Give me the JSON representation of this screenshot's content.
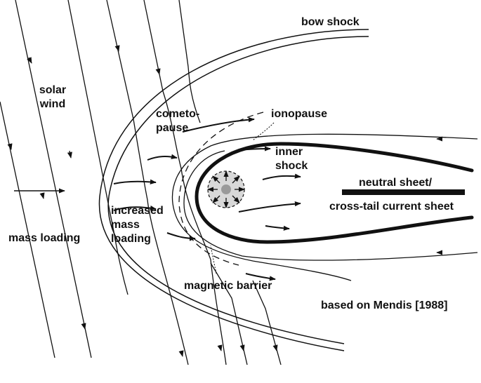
{
  "labels": {
    "bow_shock": "bow shock",
    "solar_wind_1": "solar",
    "solar_wind_2": "wind",
    "cometopause_1": "cometo-",
    "cometopause_2": "pause",
    "ionopause": "ionopause",
    "inner_shock_1": "inner",
    "inner_shock_2": "shock",
    "neutral_sheet": "neutral sheet/",
    "current_sheet": "cross-tail current sheet",
    "increased_1": "increased",
    "increased_2": "mass",
    "increased_3": "loading",
    "mass_loading": "mass loading",
    "magnetic_barrier": "magnetic barrier",
    "credit": "based on Mendis [1988]"
  },
  "colors": {
    "line": "#111111",
    "nucleus_fill": "#d8d8d8",
    "background": "#ffffff"
  }
}
